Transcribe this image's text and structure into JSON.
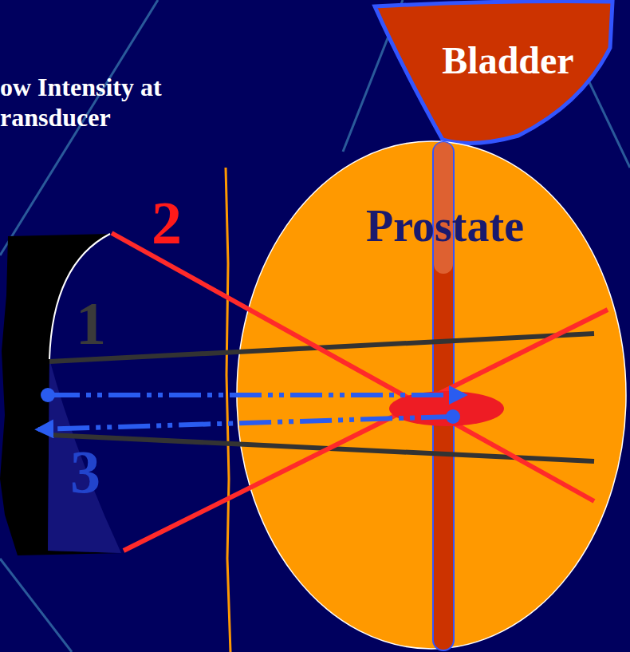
{
  "diagram": {
    "nodes": [
      {
        "text": [
          "Bladder"
        ]
      },
      {
        "text": [
          "Prostate"
        ]
      }
    ],
    "labels": [
      "ow Intensity at ransducer",
      "2",
      "1",
      "3"
    ]
  }
}
